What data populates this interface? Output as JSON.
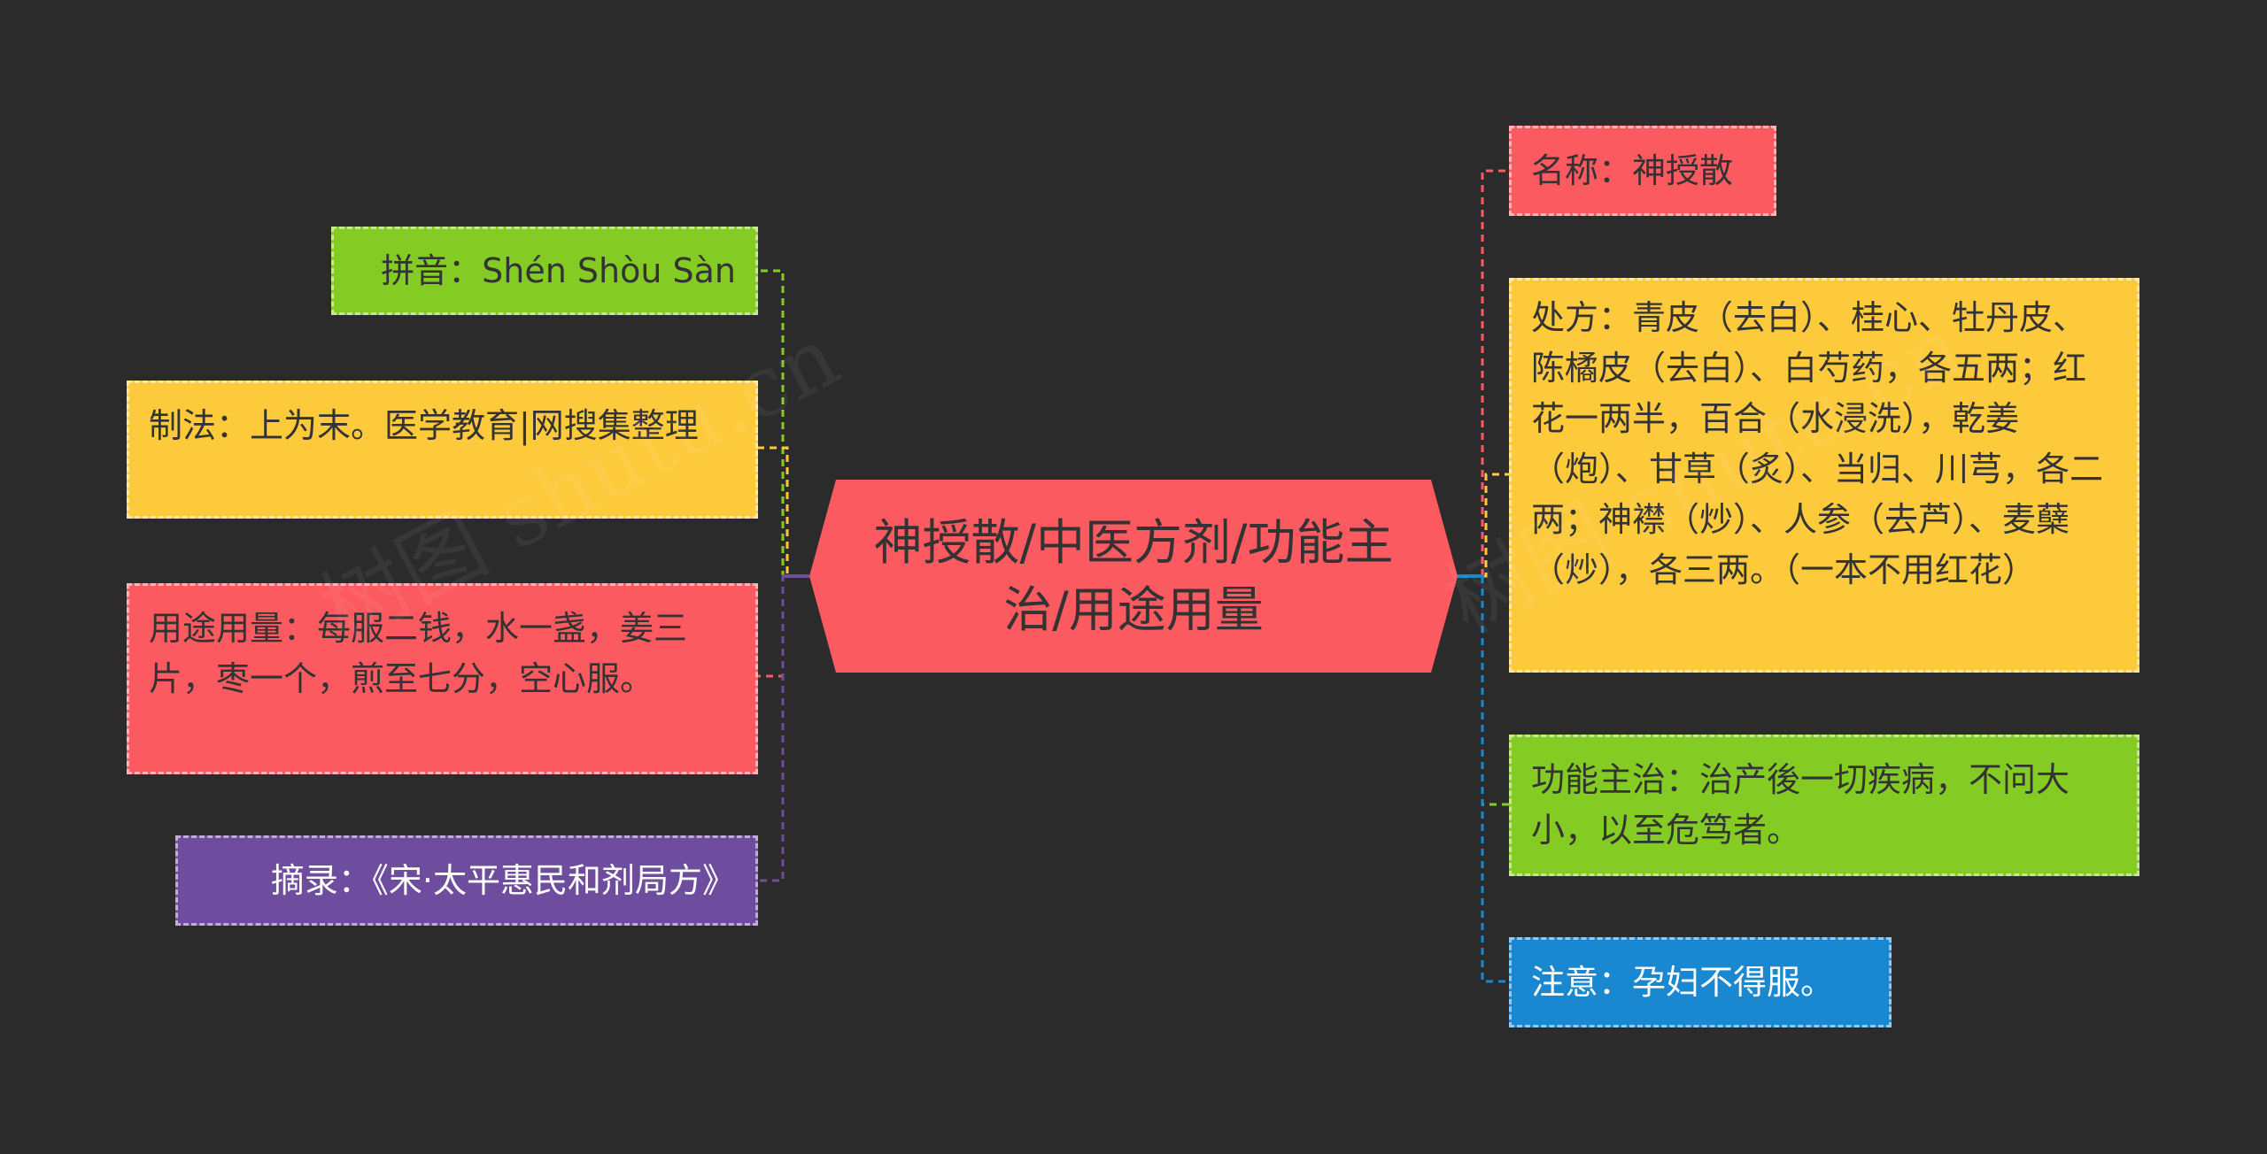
{
  "center": {
    "label": "神授散/中医方剂/功能主治/用途用量",
    "color": "#fb5a60"
  },
  "left_nodes": [
    {
      "id": "pinyin",
      "text": "拼音：Shén Shòu Sàn",
      "color": "#84cc23",
      "line_color": "#84cc23"
    },
    {
      "id": "zhifa",
      "text": "制法：上为末。医学教育|网搜集整理",
      "color": "#fdca3c",
      "line_color": "#fdca3c"
    },
    {
      "id": "yongtu",
      "text": "用途用量：每服二钱，水一盏，姜三片，枣一个，煎至七分，空心服。",
      "color": "#fb5a60",
      "line_color": "#fb5a60"
    },
    {
      "id": "zhailu",
      "text": "摘录：《宋·太平惠民和剂局方》",
      "color": "#6e4c9e",
      "line_color": "#6e4c9e"
    }
  ],
  "right_nodes": [
    {
      "id": "mingcheng",
      "text": "名称：神授散",
      "color": "#fb5a60",
      "line_color": "#fb5a60"
    },
    {
      "id": "chufang",
      "text": "处方：青皮（去白）、桂心、牡丹皮、陈橘皮（去白）、白芍药，各五两；红花一两半，百合（水浸洗），乾姜（炮）、甘草（炙）、当归、川芎，各二两；神襟（炒）、人参（去芦）、麦蘖（炒），各三两。（一本不用红花）",
      "color": "#fdca3c",
      "line_color": "#fdca3c"
    },
    {
      "id": "gongneng",
      "text": "功能主治：治产後一切疾病，不问大小，以至危笃者。",
      "color": "#84cc23",
      "line_color": "#84cc23"
    },
    {
      "id": "zhuyi",
      "text": "注意：孕妇不得服。",
      "color": "#1a87d1",
      "line_color": "#1a87d1"
    }
  ],
  "watermark": "树图 shutu.cn"
}
